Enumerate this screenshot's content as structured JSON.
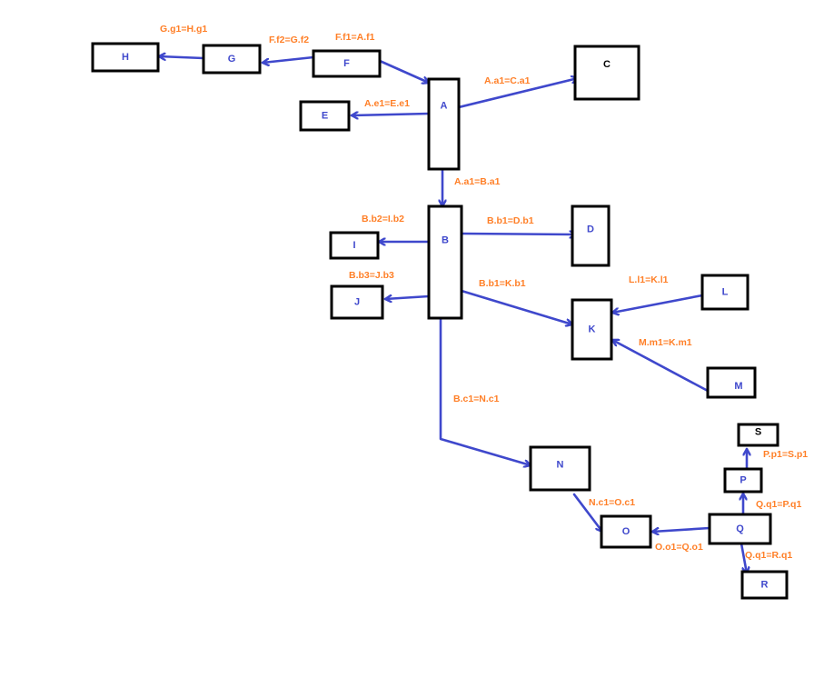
{
  "colors": {
    "background": "#ffffff",
    "box_stroke": "#000000",
    "arrow": "#3f48cc",
    "node_label": "#3f48cc",
    "edge_label": "#ff7f27",
    "special_label": "#000000"
  },
  "nodes": [
    {
      "id": "H",
      "label": "H"
    },
    {
      "id": "G",
      "label": "G"
    },
    {
      "id": "F",
      "label": "F"
    },
    {
      "id": "C",
      "label": "C"
    },
    {
      "id": "A",
      "label": "A"
    },
    {
      "id": "E",
      "label": "E"
    },
    {
      "id": "B",
      "label": "B"
    },
    {
      "id": "D",
      "label": "D"
    },
    {
      "id": "I",
      "label": "I"
    },
    {
      "id": "J",
      "label": "J"
    },
    {
      "id": "K",
      "label": "K"
    },
    {
      "id": "L",
      "label": "L"
    },
    {
      "id": "M",
      "label": "M"
    },
    {
      "id": "N",
      "label": "N"
    },
    {
      "id": "O",
      "label": "O"
    },
    {
      "id": "Q",
      "label": "Q"
    },
    {
      "id": "P",
      "label": "P"
    },
    {
      "id": "S",
      "label": "S"
    },
    {
      "id": "R",
      "label": "R"
    }
  ],
  "edges": [
    {
      "from": "G",
      "to": "H",
      "label": "G.g1=H.g1"
    },
    {
      "from": "F",
      "to": "G",
      "label": "F.f2=G.f2"
    },
    {
      "from": "F",
      "to": "A",
      "label": "F.f1=A.f1"
    },
    {
      "from": "A",
      "to": "C",
      "label": "A.a1=C.a1"
    },
    {
      "from": "A",
      "to": "E",
      "label": "A.e1=E.e1"
    },
    {
      "from": "A",
      "to": "B",
      "label": "A.a1=B.a1"
    },
    {
      "from": "B",
      "to": "D",
      "label": "B.b1=D.b1"
    },
    {
      "from": "B",
      "to": "I",
      "label": "B.b2=I.b2"
    },
    {
      "from": "B",
      "to": "J",
      "label": "B.b3=J.b3"
    },
    {
      "from": "B",
      "to": "K",
      "label": "B.b1=K.b1"
    },
    {
      "from": "L",
      "to": "K",
      "label": "L.l1=K.l1"
    },
    {
      "from": "M",
      "to": "K",
      "label": "M.m1=K.m1"
    },
    {
      "from": "B",
      "to": "N",
      "label": "B.c1=N.c1"
    },
    {
      "from": "N",
      "to": "O",
      "label": "N.c1=O.c1"
    },
    {
      "from": "Q",
      "to": "O",
      "label": "O.o1=Q.o1"
    },
    {
      "from": "Q",
      "to": "P",
      "label": "Q.q1=P.q1"
    },
    {
      "from": "P",
      "to": "S",
      "label": "P.p1=S.p1"
    },
    {
      "from": "Q",
      "to": "R",
      "label": "Q.q1=R.q1"
    }
  ]
}
